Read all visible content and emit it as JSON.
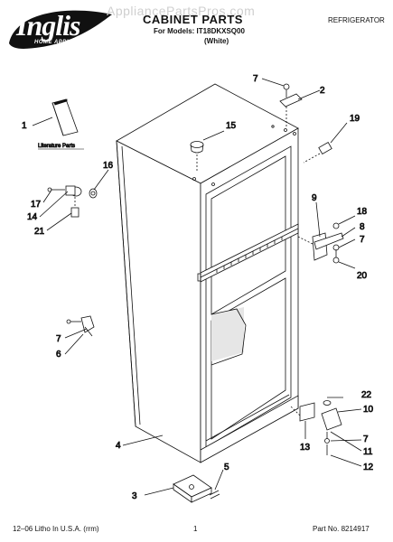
{
  "header": {
    "brand": "Inglis",
    "brand_sub": "HOME APPLIANCES",
    "watermark": "AppliancePartsPros.com",
    "title": "CABINET PARTS",
    "models_line": "For Models: IT18DKXSQ00",
    "variant": "(White)",
    "category": "REFRIGERATOR"
  },
  "diagram": {
    "literature_caption": "Literature Parts",
    "callouts": {
      "c1": "1",
      "c2": "2",
      "c3": "3",
      "c4": "4",
      "c5": "5",
      "c6": "6",
      "c7_top": "7",
      "c7_right": "7",
      "c7_left": "7",
      "c7_bottom": "7",
      "c8": "8",
      "c9": "9",
      "c10": "10",
      "c11": "11",
      "c12": "12",
      "c13": "13",
      "c14": "14",
      "c15": "15",
      "c16": "16",
      "c17": "17",
      "c18": "18",
      "c19": "19",
      "c20": "20",
      "c21": "21",
      "c22": "22"
    }
  },
  "footer": {
    "left": "12–06 Litho In U.S.A. (rrm)",
    "page": "1",
    "part_number": "Part No. 8214917"
  }
}
